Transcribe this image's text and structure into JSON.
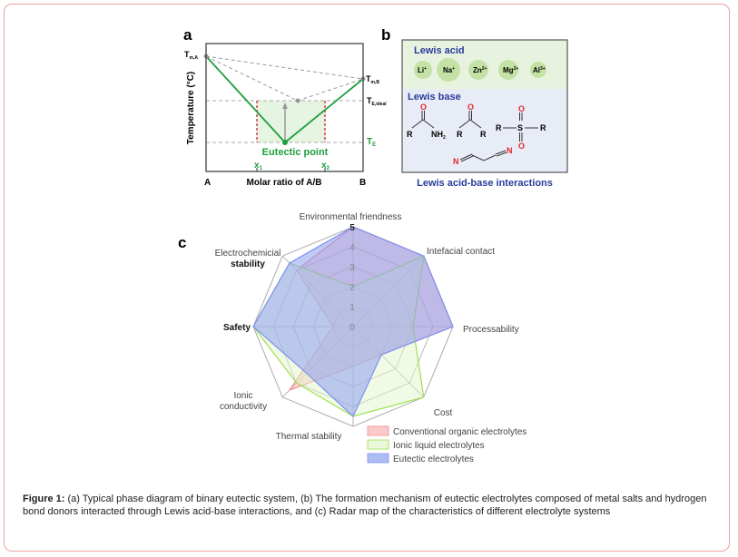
{
  "panel_a": {
    "letter": "a",
    "y_axis_label": "Temperature (°C)",
    "x_axis_label": "Molar ratio of A/B",
    "x_left": "A",
    "x_right": "B",
    "tm_a": {
      "main": "T",
      "sub": "m,A"
    },
    "tm_b": {
      "main": "T",
      "sub": "m,B"
    },
    "te_ideal": {
      "main": "T",
      "sub": "E,ideal"
    },
    "te": {
      "main": "T",
      "sub": "E"
    },
    "eutectic_label": "Eutectic point",
    "x1": {
      "main": "x",
      "sub": "1"
    },
    "x2": {
      "main": "x",
      "sub": "2"
    },
    "colors": {
      "liquidus": "#1f9e3c",
      "shade": "#e6f4e2",
      "marker": "#d8232a",
      "ideal": "#999999"
    }
  },
  "panel_b": {
    "letter": "b",
    "acid_title": "Lewis acid",
    "ions": [
      {
        "sym": "Li",
        "charge": "+"
      },
      {
        "sym": "Na",
        "charge": "+"
      },
      {
        "sym": "Zn",
        "charge": "2+"
      },
      {
        "sym": "Mg",
        "charge": "2+"
      },
      {
        "sym": "Al",
        "charge": "3+"
      }
    ],
    "base_title": "Lewis base",
    "atoms": {
      "O": "O",
      "R": "R",
      "NH2": "NH",
      "NH2_sub": "2",
      "S": "S",
      "N": "N"
    },
    "footer": "Lewis acid-base interactions",
    "colors": {
      "title": "#2a3d9c",
      "acid_bg": "#e8f3df",
      "base_bg": "#e8ecf6",
      "ion": "#c5e2a6",
      "hetero": "#e0262c"
    }
  },
  "chart_data": {
    "type": "radar",
    "panel_letter": "c",
    "axes": [
      "Environmental friendness",
      "Intefacial contact",
      "Processability",
      "Cost",
      "Thermal stability",
      "Ionic conductivity",
      "Safety",
      "Electrochemicial stability"
    ],
    "axis_label_lines": [
      [
        "Environmental friendness"
      ],
      [
        "Intefacial contact"
      ],
      [
        "Processability"
      ],
      [
        "Cost"
      ],
      [
        "Thermal stability"
      ],
      [
        "Ionic",
        "conductivity"
      ],
      [
        "Safety"
      ],
      [
        "Electrochemicial",
        "stability"
      ]
    ],
    "range": [
      0,
      5
    ],
    "ticks": [
      "0",
      "1",
      "2",
      "3",
      "4",
      "5"
    ],
    "grid": true,
    "legend_position": "bottom-right",
    "series": [
      {
        "name": "Conventional organic electrolytes",
        "values": [
          5,
          5,
          5,
          2,
          2,
          4.5,
          1,
          4
        ],
        "fill": "#f7b3b3",
        "stroke": "#f08c8c"
      },
      {
        "name": "Ionic liquid electrolytes",
        "values": [
          2,
          5,
          3,
          5,
          4.5,
          4,
          5,
          4.5
        ],
        "fill": "#e4f5cc",
        "stroke": "#9ee04e"
      },
      {
        "name": "Eutectic electrolytes",
        "values": [
          5,
          5,
          5,
          2,
          4.5,
          3.3,
          5,
          4.5
        ],
        "fill": "#8c9ff0",
        "stroke": "#7d93f2"
      }
    ]
  },
  "caption": {
    "label": "Figure 1:",
    "text": " (a) Typical phase diagram of binary eutectic system, (b) The formation mechanism of eutectic electrolytes composed of metal salts and hydrogen bond donors interacted through Lewis acid-base interactions, and (c) Radar map of the characteristics of different electrolyte systems"
  }
}
